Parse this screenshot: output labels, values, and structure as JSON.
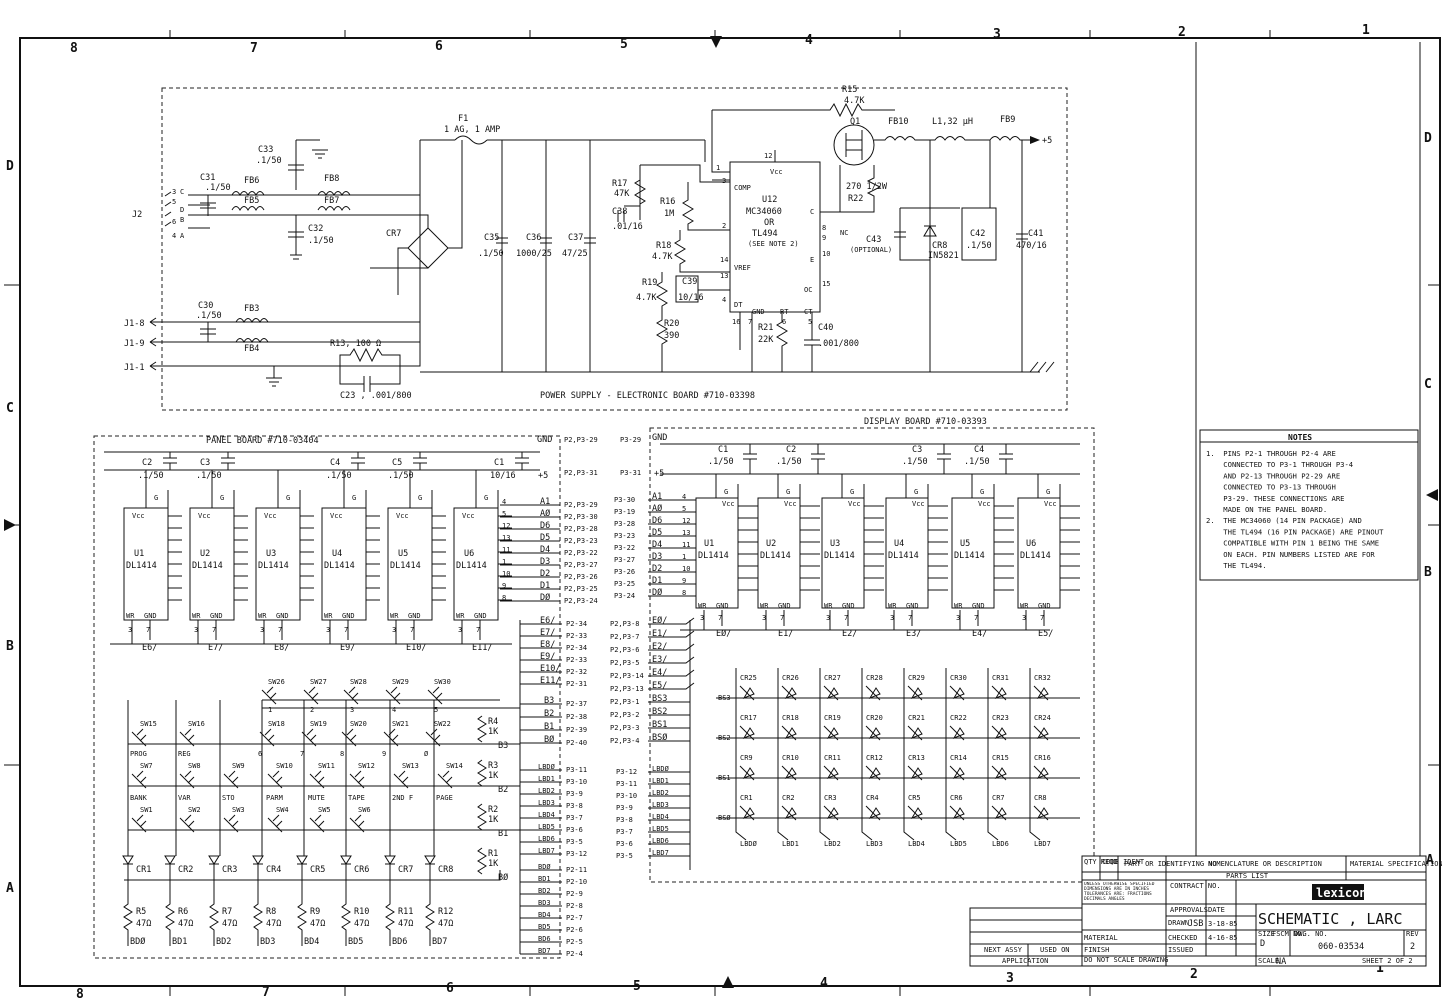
{
  "border": {
    "top_cols": [
      "8",
      "7",
      "6",
      "5",
      "4",
      "3",
      "2",
      "1"
    ],
    "bottom_cols": [
      "8",
      "7",
      "6",
      "5",
      "4",
      "3",
      "2",
      "1"
    ],
    "rows": [
      "D",
      "C",
      "B",
      "A"
    ],
    "right_rows": [
      "D",
      "C",
      "B",
      "A"
    ]
  },
  "power_supply": {
    "title": "POWER SUPPLY  -  ELECTRONIC BOARD #710-03398",
    "fuse": "F1",
    "fuse_rating": "1 AG, 1 AMP",
    "c33": "C33",
    "c33_val": ".1/50",
    "c31": "C31",
    "c31_val": ".1/50",
    "c32": "C32",
    "c32_val": ".1/50",
    "c30": "C30",
    "c30_val": ".1/50",
    "fb6": "FB6",
    "fb5": "FB5",
    "fb8": "FB8",
    "fb7": "FB7",
    "fb3": "FB3",
    "fb4": "FB4",
    "j2": "J2",
    "j2_pins": [
      "3",
      "C",
      "5",
      "6",
      "D",
      "B",
      "4",
      "A"
    ],
    "cr7": "CR7",
    "j1_8": "J1-8",
    "j1_9": "J1-9",
    "j1_1": "J1-1",
    "r13": "R13, 100 Ω",
    "c23": "C23 , .001/800",
    "c35": "C35",
    "c35_val": ".1/50",
    "c36": "C36",
    "c36_val": "1000/25",
    "c37": "C37",
    "c37_val": "47/25",
    "r17": "R17",
    "r17_val": "47K",
    "c38": "C38",
    "c38_val": ".01/16",
    "r16": "R16",
    "r16_val": "1M",
    "r18": "R18",
    "r18_val": "4.7K",
    "r19": "R19",
    "r19_val": "4.7K",
    "c39": "C39",
    "c39_val": "10/16",
    "r20": "R20",
    "r20_val": "390",
    "r21": "R21",
    "r21_val": "22K",
    "c40": "C40",
    "c40_val": ".001/800",
    "u12": "U12",
    "u12_l2": "MC34060",
    "u12_l3": "OR",
    "u12_l4": "TL494",
    "u12_l5": "(SEE NOTE 2)",
    "u12_pins": {
      "vcc": "Vcc",
      "comp": "COMP",
      "vref": "VREF",
      "dt": "DT",
      "gnd": "GND",
      "rt": "RT",
      "ct": "CT",
      "c": "C",
      "e": "E",
      "oc": "OC",
      "nc": "NC"
    },
    "u12_nums": [
      "12",
      "1",
      "3",
      "2",
      "14",
      "13",
      "4",
      "16",
      "7",
      "6",
      "5",
      "8",
      "9",
      "10",
      "15"
    ],
    "r15": "R15",
    "r15_val": "4.7K",
    "q1": "Q1",
    "fb10": "FB10",
    "l1": "L1,32 μH",
    "fb9": "FB9",
    "plus5": "+5",
    "r22": "R22",
    "r22_val": "270 1/2W",
    "c43": "C43",
    "c43_note": "(OPTIONAL)",
    "cr8": "CR8",
    "cr8_val": "IN5821",
    "c42": "C42",
    "c42_val": ".1/50",
    "c41": "C41",
    "c41_val": "470/16"
  },
  "panel_board": {
    "title": "PANEL BOARD  #710-03404",
    "caps": [
      {
        "name": "C2",
        "val": ".1/50"
      },
      {
        "name": "C3",
        "val": ".1/50"
      },
      {
        "name": "C4",
        "val": ".1/50"
      },
      {
        "name": "C5",
        "val": ".1/50"
      },
      {
        "name": "C1",
        "val": "10/16"
      }
    ],
    "chips": [
      {
        "ref": "U1",
        "part": "DL1414",
        "en": "E6/"
      },
      {
        "ref": "U2",
        "part": "DL1414",
        "en": "E7/"
      },
      {
        "ref": "U3",
        "part": "DL1414",
        "en": "E8/"
      },
      {
        "ref": "U4",
        "part": "DL1414",
        "en": "E9/"
      },
      {
        "ref": "U5",
        "part": "DL1414",
        "en": "E10/"
      },
      {
        "ref": "U6",
        "part": "DL1414",
        "en": "E11/"
      }
    ],
    "vcc": "Vcc",
    "wr": "WR",
    "gnd": "GND",
    "g": "G",
    "pin3": "3",
    "pin7": "7",
    "gnd_label": "GND",
    "plus5": "+5",
    "bus": [
      {
        "n": "4",
        "sig": "A1",
        "pin": "P2,P3-29"
      },
      {
        "n": "5",
        "sig": "AØ",
        "pin": "P2,P3-30"
      },
      {
        "n": "12",
        "sig": "D6",
        "pin": "P2,P3-28"
      },
      {
        "n": "13",
        "sig": "D5",
        "pin": "P2,P3-23"
      },
      {
        "n": "11",
        "sig": "D4",
        "pin": "P2,P3-22"
      },
      {
        "n": "1",
        "sig": "D3",
        "pin": "P2,P3-27"
      },
      {
        "n": "10",
        "sig": "D2",
        "pin": "P2,P3-26"
      },
      {
        "n": "9",
        "sig": "D1",
        "pin": "P2,P3-25"
      },
      {
        "n": "8",
        "sig": "DØ",
        "pin": "P2,P3-24"
      }
    ],
    "top_pins": [
      {
        "sig": "GND",
        "pin": "P2,P3-29"
      },
      {
        "sig": "+5",
        "pin": "P2,P3-31"
      }
    ],
    "enable_lines": [
      {
        "sig": "E6/",
        "pin": "P2-34"
      },
      {
        "sig": "E7/",
        "pin": "P2-33"
      },
      {
        "sig": "E8/",
        "pin": "P2-34"
      },
      {
        "sig": "E9/",
        "pin": "P2-33"
      },
      {
        "sig": "E10/",
        "pin": "P2-32"
      },
      {
        "sig": "E11/",
        "pin": "P2-31"
      }
    ],
    "sense_lines": [
      {
        "sig": "B3",
        "pin": "P2-37"
      },
      {
        "sig": "B2",
        "pin": "P2-38"
      },
      {
        "sig": "B1",
        "pin": "P2-39"
      },
      {
        "sig": "BØ",
        "pin": "P2-40"
      }
    ],
    "led_lines": [
      {
        "sig": "LBDØ",
        "pin": "P3-11"
      },
      {
        "sig": "LBD1",
        "pin": "P3-10"
      },
      {
        "sig": "LBD2",
        "pin": "P3-9"
      },
      {
        "sig": "LBD3",
        "pin": "P3-8"
      },
      {
        "sig": "LBD4",
        "pin": "P3-7"
      },
      {
        "sig": "LBD5",
        "pin": "P3-6"
      },
      {
        "sig": "LBD6",
        "pin": "P3-5"
      },
      {
        "sig": "LBD7",
        "pin": "P3-12"
      }
    ],
    "bd_lines": [
      {
        "sig": "BDØ",
        "pin": "P2-11"
      },
      {
        "sig": "BD1",
        "pin": "P2-10"
      },
      {
        "sig": "BD2",
        "pin": "P2-9"
      },
      {
        "sig": "BD3",
        "pin": "P2-8"
      },
      {
        "sig": "BD4",
        "pin": "P2-7"
      },
      {
        "sig": "BD5",
        "pin": "P2-6"
      },
      {
        "sig": "BD6",
        "pin": "P2-5"
      },
      {
        "sig": "BD7",
        "pin": "P2-4"
      }
    ],
    "switches_row3": [
      "SW26",
      "SW27",
      "SW28",
      "SW29",
      "SW30"
    ],
    "switches_row3_keys": [
      "",
      "1",
      "2",
      "3",
      "4",
      "5"
    ],
    "switches_row2": [
      "SW15",
      "SW16",
      "SW18",
      "SW19",
      "SW20",
      "SW21",
      "SW22"
    ],
    "switches_row2_keys": [
      "PROG",
      "REG",
      "6",
      "7",
      "8",
      "9",
      "Ø"
    ],
    "switches_row1": [
      "SW7",
      "SW8",
      "SW9",
      "SW10",
      "SW11",
      "SW12",
      "SW13",
      "SW14"
    ],
    "switches_row1_keys": [
      "BANK",
      "VAR",
      "STO",
      "PARM",
      "MUTE",
      "TAPE",
      "2ND F",
      "PAGE"
    ],
    "switches_row0": [
      "SW1",
      "SW2",
      "SW3",
      "SW4",
      "SW5",
      "SW6"
    ],
    "pullups": [
      {
        "ref": "R4",
        "val": "1K",
        "line": "B3"
      },
      {
        "ref": "R3",
        "val": "1K",
        "line": "B2"
      },
      {
        "ref": "R2",
        "val": "1K",
        "line": "B1"
      },
      {
        "ref": "R1",
        "val": "1K",
        "line": "BØ"
      }
    ],
    "diodes": [
      "CR1",
      "CR2",
      "CR3",
      "CR4",
      "CR5",
      "CR6",
      "CR7",
      "CR8"
    ],
    "resistors": [
      {
        "ref": "R5",
        "val": "47Ω",
        "bd": "BDØ"
      },
      {
        "ref": "R6",
        "val": "47Ω",
        "bd": "BD1"
      },
      {
        "ref": "R7",
        "val": "47Ω",
        "bd": "BD2"
      },
      {
        "ref": "R8",
        "val": "47Ω",
        "bd": "BD3"
      },
      {
        "ref": "R9",
        "val": "47Ω",
        "bd": "BD4"
      },
      {
        "ref": "R10",
        "val": "47Ω",
        "bd": "BD5"
      },
      {
        "ref": "R11",
        "val": "47Ω",
        "bd": "BD6"
      },
      {
        "ref": "R12",
        "val": "47Ω",
        "bd": "BD7"
      }
    ]
  },
  "display_board": {
    "title": "DISPLAY BOARD #710-03393",
    "caps": [
      {
        "name": "C1",
        "val": ".1/50"
      },
      {
        "name": "C2",
        "val": ".1/50"
      },
      {
        "name": "C3",
        "val": ".1/50"
      },
      {
        "name": "C4",
        "val": ".1/50"
      }
    ],
    "top_pins": [
      {
        "pin": "P3-29",
        "sig": "GND"
      },
      {
        "pin": "P3-31",
        "sig": "+5"
      }
    ],
    "bus": [
      {
        "pin": "P3-30",
        "sig": "A1",
        "n": "4"
      },
      {
        "pin": "P3-19",
        "sig": "AØ",
        "n": "5"
      },
      {
        "pin": "P3-28",
        "sig": "D6",
        "n": "12"
      },
      {
        "pin": "P3-23",
        "sig": "D5",
        "n": "13"
      },
      {
        "pin": "P3-22",
        "sig": "D4",
        "n": "11"
      },
      {
        "pin": "P3-27",
        "sig": "D3",
        "n": "1"
      },
      {
        "pin": "P3-26",
        "sig": "D2",
        "n": "10"
      },
      {
        "pin": "P3-25",
        "sig": "D1",
        "n": "9"
      },
      {
        "pin": "P3-24",
        "sig": "DØ",
        "n": "8"
      }
    ],
    "chips": [
      {
        "ref": "U1",
        "part": "DL1414",
        "en": "EØ/"
      },
      {
        "ref": "U2",
        "part": "DL1414",
        "en": "E1/"
      },
      {
        "ref": "U3",
        "part": "DL1414",
        "en": "E2/"
      },
      {
        "ref": "U4",
        "part": "DL1414",
        "en": "E3/"
      },
      {
        "ref": "U5",
        "part": "DL1414",
        "en": "E4/"
      },
      {
        "ref": "U6",
        "part": "DL1414",
        "en": "E5/"
      }
    ],
    "enable_inputs": [
      {
        "pin": "P2,P3-8",
        "sig": "EØ/"
      },
      {
        "pin": "P2,P3-7",
        "sig": "E1/"
      },
      {
        "pin": "P2,P3-6",
        "sig": "E2/"
      },
      {
        "pin": "P2,P3-5",
        "sig": "E3/"
      },
      {
        "pin": "P2,P3-14",
        "sig": "E4/"
      },
      {
        "pin": "P2,P3-13",
        "sig": "E5/"
      }
    ],
    "sense_inputs": [
      {
        "pin": "P2,P3-1",
        "sig": "BS3"
      },
      {
        "pin": "P2,P3-2",
        "sig": "BS2"
      },
      {
        "pin": "P2,P3-3",
        "sig": "BS1"
      },
      {
        "pin": "P2,P3-4",
        "sig": "BSØ"
      }
    ],
    "led_inputs": [
      {
        "pin": "P3-12",
        "sig": "LBDØ"
      },
      {
        "pin": "P3-11",
        "sig": "LBD1"
      },
      {
        "pin": "P3-10",
        "sig": "LBD2"
      },
      {
        "pin": "P3-9",
        "sig": "LBD3"
      },
      {
        "pin": "P3-8",
        "sig": "LBD4"
      },
      {
        "pin": "P3-7",
        "sig": "LBD5"
      },
      {
        "pin": "P3-6",
        "sig": "LBD6"
      },
      {
        "pin": "P3-5",
        "sig": "LBD7"
      }
    ],
    "led_rows": [
      [
        "CR25",
        "CR26",
        "CR27",
        "CR28",
        "CR29",
        "CR30",
        "CR31",
        "CR32"
      ],
      [
        "CR17",
        "CR18",
        "CR19",
        "CR20",
        "CR21",
        "CR22",
        "CR23",
        "CR24"
      ],
      [
        "CR9",
        "CR10",
        "CR11",
        "CR12",
        "CR13",
        "CR14",
        "CR15",
        "CR16"
      ],
      [
        "CR1",
        "CR2",
        "CR3",
        "CR4",
        "CR5",
        "CR6",
        "CR7",
        "CR8"
      ]
    ],
    "row_labels": [
      "BS3",
      "BS2",
      "BS1",
      "BSØ"
    ],
    "col_labels": [
      "LBDØ",
      "LBD1",
      "LBD2",
      "LBD3",
      "LBD4",
      "LBD5",
      "LBD6",
      "LBD7"
    ],
    "wr": "WR",
    "gnd": "GND",
    "vcc": "Vcc",
    "g": "G",
    "pin3": "3",
    "pin7": "7"
  },
  "notes": {
    "title": "NOTES",
    "lines": [
      "1.  PINS P2-1 THROUGH P2-4 ARE",
      "    CONNECTED TO P3-1 THROUGH P3-4",
      "    AND P2-13 THROUGH P2-29 ARE",
      "    CONNECTED TO P3-13 THROUGH",
      "    P3-29. THESE CONNECTIONS ARE",
      "    MADE ON THE PANEL BOARD.",
      "2.  THE MC34060 (14 PIN PACKAGE) AND",
      "    THE TL494 (16 PIN PACKAGE) ARE PINOUT",
      "    COMPATIBLE WITH PIN 1 BEING THE SAME",
      "    ON EACH. PIN NUMBERS LISTED ARE FOR",
      "    THE TL494."
    ]
  },
  "title_block": {
    "company": "lexicon",
    "title": "SCHEMATIC , LARC",
    "dwg_no": "060-03534",
    "rev": "2",
    "size": "D",
    "scale": "NA",
    "sheet": "SHEET 2 OF 2",
    "drawn": "JSB",
    "date1": "3-18-85",
    "date2": "4-16-85",
    "parts_list": "PARTS LIST",
    "qty": "QTY REQD",
    "code": "CODE IDENT",
    "part_no": "PART OR IDENTIFYING NO",
    "nomenclature": "NOMENCLATURE OR DESCRIPTION",
    "material": "MATERIAL SPECIFICATION",
    "tolerances": "UNLESS OTHERWISE SPECIFIED DIMENSIONS ARE IN INCHES TOLERANCES ARE: FRACTIONS DECIMALS ANGLES",
    "contract": "CONTRACT NO.",
    "approvals": "APPROVALS",
    "date_h": "DATE",
    "drawn_h": "DRAWN",
    "checked_h": "CHECKED",
    "issued_h": "ISSUED",
    "material_h": "MATERIAL",
    "finish_h": "FINISH",
    "next_assy": "NEXT ASSY",
    "used_on": "USED ON",
    "application": "APPLICATION",
    "no_scale": "DO NOT SCALE DRAWING",
    "size_h": "SIZE",
    "fscm_h": "FSCM NO.",
    "dwg_h": "DWG. NO.",
    "rev_h": "REV",
    "scale_h": "SCALE"
  }
}
